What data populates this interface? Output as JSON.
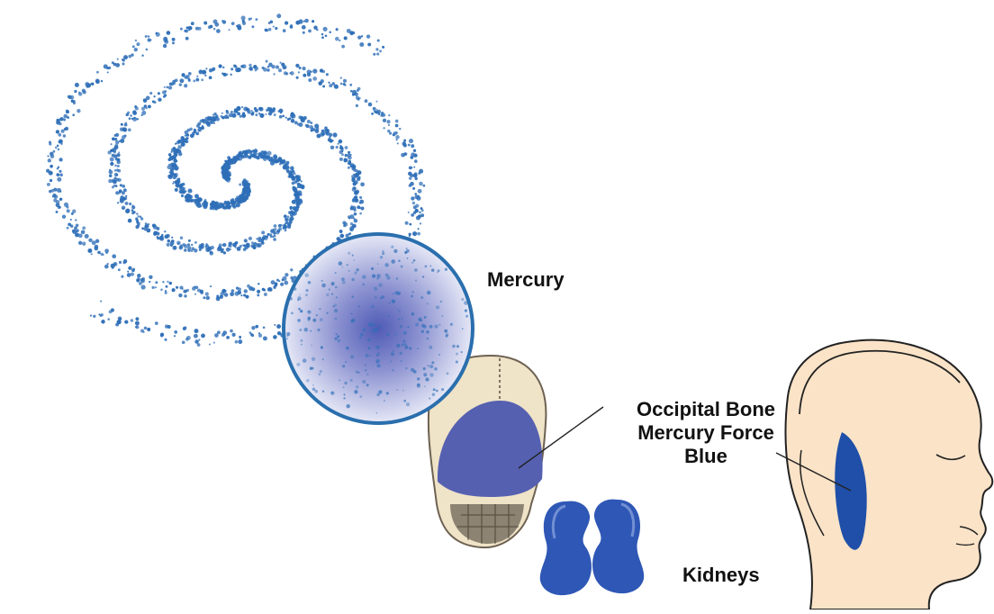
{
  "labels": {
    "mercury": "Mercury",
    "occipital_line1": "Occipital Bone",
    "occipital_line2": "Mercury Force",
    "occipital_line3": "Blue",
    "kidneys": "Kidneys"
  },
  "colors": {
    "spiral_blue": "#2f6fb8",
    "sphere_fill": "#c9cdea",
    "sphere_core": "#5560b8",
    "sphere_rim": "#2a6fae",
    "occipital_blue": "#5560b0",
    "skull_beige": "#efe3c8",
    "skin": "#fae3c7",
    "kidney_blue": "#2f57b5",
    "ear_patch_blue": "#1f4fa8",
    "outline": "#222222"
  },
  "icons": [
    "spiral-galaxy",
    "mercury-sphere",
    "skull-back-view",
    "kidneys",
    "head-profile"
  ]
}
